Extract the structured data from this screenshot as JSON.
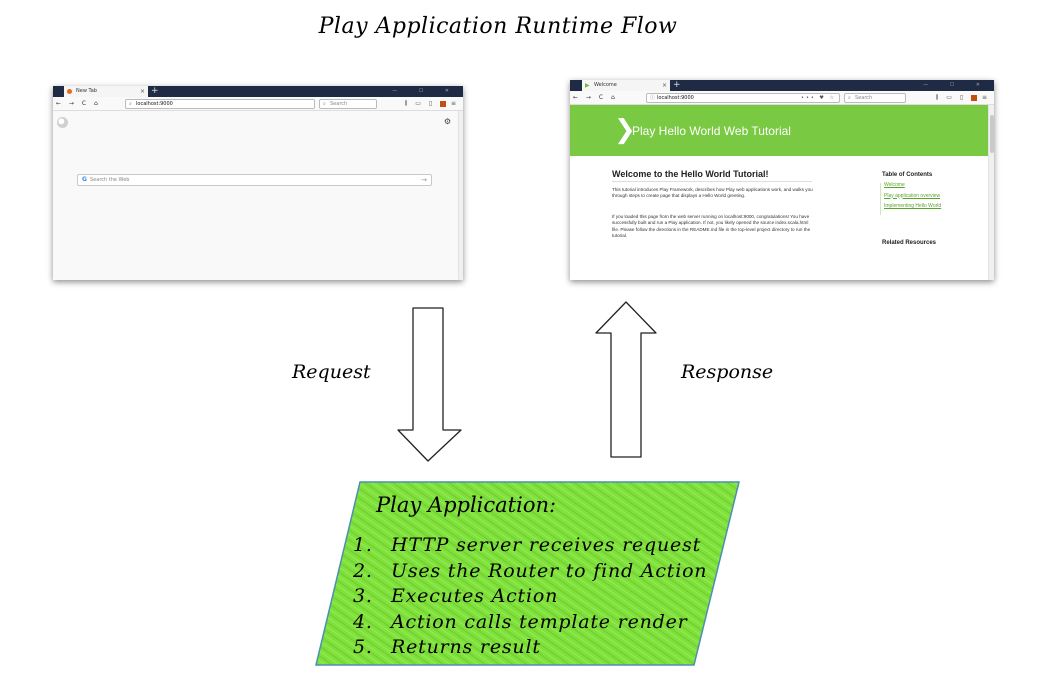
{
  "title": "Play Application Runtime Flow",
  "left_browser": {
    "tab_title": "New Tab",
    "tab_close": "×",
    "new_tab": "+",
    "window_controls": "— ☐ ✕",
    "nav_icons": "← → C ⌂",
    "url": "localhost:9000",
    "search_placeholder": "Search",
    "toolbar_icons": "⫼ ▭ ▯",
    "menu_icon": "≡",
    "web_search_placeholder": "Search the Web",
    "search_arrow": "→",
    "google_icon": "G",
    "gear_icon": "⚙"
  },
  "right_browser": {
    "tab_title": "Welcome",
    "tab_close": "×",
    "new_tab": "+",
    "window_controls": "— ☐ ✕",
    "nav_icons": "← → C ⌂",
    "url": "localhost:9000",
    "url_actions": "••• ♥ ☆",
    "search_placeholder": "Search",
    "toolbar_icons": "⫼ ▭ ▯",
    "menu_icon": "≡",
    "banner_title": "Play Hello World Web Tutorial",
    "banner_chevron": "❯",
    "heading": "Welcome to the Hello World Tutorial!",
    "paragraph_1": "This tutorial introduces Play Framework, describes how Play web applications work, and walks you through steps to create page that displays a Hello World greeting.",
    "paragraph_2": "If you loaded this page from the web server running on localhost:9000, congratulations! You have successfully built and run a Play application. If not, you likely opened the source index.scala.html file. Please follow the directions in the README.md file in the top-level project directory to run the tutorial.",
    "toc_heading": "Table of Contents",
    "toc_links": [
      "Welcome",
      "Play application overview",
      "Implementing Hello World"
    ],
    "related_heading": "Related Resources"
  },
  "request_label": "Request",
  "response_label": "Response",
  "app_box": {
    "title": "Play Application:",
    "steps": [
      {
        "num": "1.",
        "text": "HTTP server receives request"
      },
      {
        "num": "2.",
        "text": "Uses the Router to find Action"
      },
      {
        "num": "3.",
        "text": "Executes Action"
      },
      {
        "num": "4.",
        "text": "Action calls template render"
      },
      {
        "num": "5.",
        "text": "Returns result"
      }
    ],
    "fill_color": "#7fe03a",
    "border_color": "#4a8fb3"
  },
  "colors": {
    "play_green": "#7ac943",
    "browser_chrome": "#1f2a44"
  }
}
